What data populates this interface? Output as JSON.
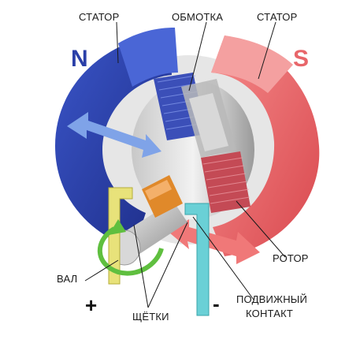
{
  "labels": {
    "stator_left": "СТАТОР",
    "winding": "ОБМОТКА",
    "stator_right": "СТАТОР",
    "rotor": "РОТОР",
    "shaft": "ВАЛ",
    "brushes": "ЩЁТКИ",
    "contact_line1": "ПОДВИЖНЫЙ",
    "contact_line2": "КОНТАКТ"
  },
  "poles": {
    "north": "N",
    "south": "S"
  },
  "terminals": {
    "positive": "+",
    "negative": "-"
  },
  "colors": {
    "stator_north": "#2a3fa8",
    "stator_south": "#e8666a",
    "brush_positive": "#e8e27a",
    "brush_negative": "#6ad0d6",
    "commutator": "#e0892a",
    "arrow_blue": "#7fa3e8",
    "arrow_green": "#5fbf3f"
  }
}
